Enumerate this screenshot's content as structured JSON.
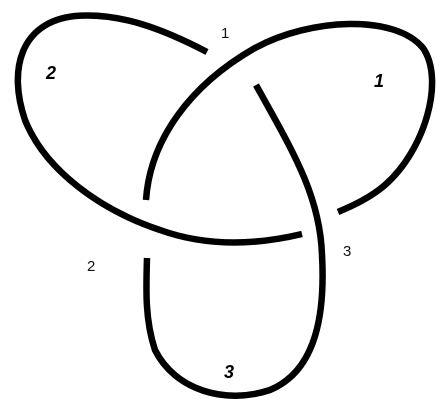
{
  "diagram": {
    "crossing_labels": [
      {
        "id": "crossing-1",
        "text": "1"
      },
      {
        "id": "crossing-2",
        "text": "2"
      },
      {
        "id": "crossing-3",
        "text": "3"
      }
    ],
    "arc_labels": [
      {
        "id": "arc-label-2",
        "text": "2"
      },
      {
        "id": "arc-label-1",
        "text": "1"
      },
      {
        "id": "arc-label-3",
        "text": "3"
      }
    ],
    "stroke_color": "#000000"
  }
}
